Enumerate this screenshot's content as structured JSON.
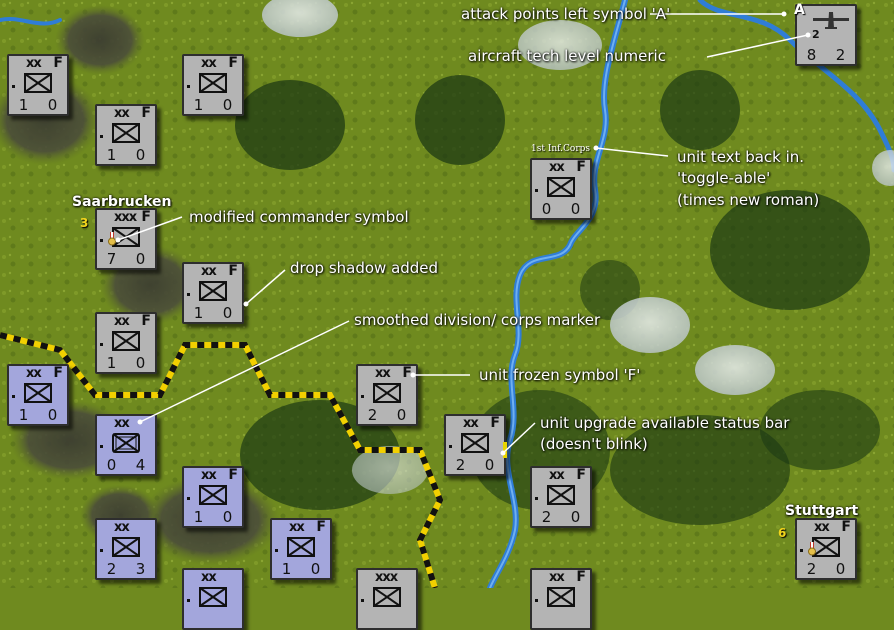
{
  "cities": [
    {
      "name": "Saarbrucken",
      "vp": "3"
    },
    {
      "name": "Stuttgart",
      "vp": "6"
    }
  ],
  "unit_name_label": "1st Inf.Corps",
  "annotations": {
    "attack_points": "attack points left symbol 'A'",
    "aircraft_tech": "aircraft tech level numeric",
    "unit_text": [
      "unit text back in.",
      "'toggle-able'",
      "(times new roman)"
    ],
    "commander": "modified commander symbol",
    "drop_shadow": "drop shadow added",
    "division_marker": "smoothed division/ corps marker",
    "frozen": "unit frozen symbol 'F'",
    "upgrade": [
      "unit upgrade available status bar",
      "(doesn't blink)"
    ]
  },
  "counters": [
    {
      "id": "c1",
      "size": "xx",
      "frozen": "F",
      "s1": "1",
      "s2": "0",
      "color": "grey"
    },
    {
      "id": "c2",
      "size": "xx",
      "frozen": "F",
      "s1": "1",
      "s2": "0",
      "color": "grey"
    },
    {
      "id": "c3",
      "size": "xx",
      "frozen": "F",
      "s1": "1",
      "s2": "0",
      "color": "grey"
    },
    {
      "id": "c4",
      "size": "xx",
      "frozen": "F",
      "s1": "0",
      "s2": "0",
      "color": "grey"
    },
    {
      "id": "c5",
      "size": "xxx",
      "frozen": "F",
      "s1": "7",
      "s2": "0",
      "color": "grey",
      "commander": true
    },
    {
      "id": "c6",
      "size": "xx",
      "frozen": "F",
      "s1": "1",
      "s2": "0",
      "color": "grey"
    },
    {
      "id": "c7",
      "size": "xx",
      "frozen": "F",
      "s1": "1",
      "s2": "0",
      "color": "grey"
    },
    {
      "id": "c8",
      "size": "xx",
      "frozen": "F",
      "s1": "1",
      "s2": "0",
      "color": "blue"
    },
    {
      "id": "c9",
      "size": "xx",
      "frozen": "F",
      "s1": "2",
      "s2": "0",
      "color": "grey"
    },
    {
      "id": "c10",
      "size": "xx",
      "frozen": "",
      "s1": "0",
      "s2": "4",
      "color": "blue",
      "marker": "corps"
    },
    {
      "id": "c11",
      "size": "xx",
      "frozen": "F",
      "s1": "2",
      "s2": "0",
      "color": "grey",
      "upgrade": true
    },
    {
      "id": "c12",
      "size": "xx",
      "frozen": "F",
      "s1": "1",
      "s2": "0",
      "color": "blue"
    },
    {
      "id": "c13",
      "size": "xx",
      "frozen": "F",
      "s1": "2",
      "s2": "0",
      "color": "grey"
    },
    {
      "id": "c14",
      "size": "xx",
      "frozen": "",
      "s1": "2",
      "s2": "3",
      "color": "blue"
    },
    {
      "id": "c15",
      "size": "xx",
      "frozen": "F",
      "s1": "1",
      "s2": "0",
      "color": "blue"
    },
    {
      "id": "c16",
      "size": "xx",
      "frozen": "F",
      "s1": "2",
      "s2": "0",
      "color": "grey",
      "commander": true
    },
    {
      "id": "c17",
      "size": "xx",
      "frozen": "",
      "s1": "",
      "s2": "",
      "color": "blue"
    },
    {
      "id": "c18",
      "size": "xxx",
      "frozen": "",
      "s1": "",
      "s2": "",
      "color": "grey"
    },
    {
      "id": "c19",
      "size": "xx",
      "frozen": "F",
      "s1": "",
      "s2": "",
      "color": "grey"
    }
  ],
  "aircraft": {
    "attack": "A",
    "tech": "2",
    "s1": "8",
    "s2": "2"
  },
  "colors": {
    "terrain": "#6f8a1f",
    "river": "#2f7dd6",
    "frontline_yellow": "#f2d000",
    "counter_grey": "#b4b4b4",
    "counter_blue": "#a3a6dc",
    "upgrade_bar": "#e8d400"
  }
}
